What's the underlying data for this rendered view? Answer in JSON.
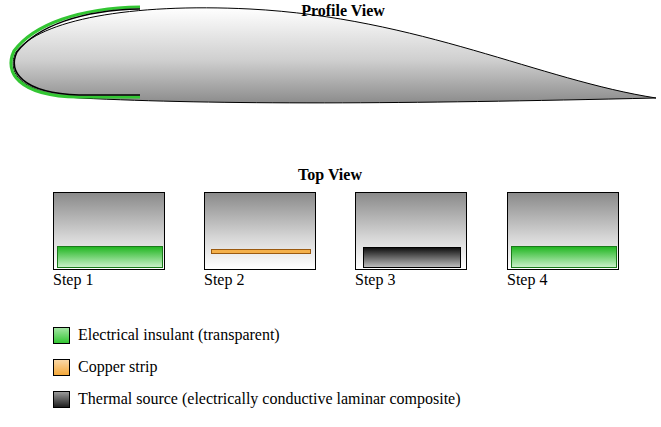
{
  "diagram": {
    "nodes": [
      {
        "text": [
          "Step 1"
        ]
      },
      {
        "text": [
          "Step 2"
        ]
      },
      {
        "text": [
          "Step 3"
        ]
      },
      {
        "text": [
          "Step 4"
        ]
      }
    ],
    "labels": [
      "Profile View",
      "Top View"
    ],
    "legend": [
      {
        "text": "Electrical insulant (transparent)",
        "color": "#33c633"
      },
      {
        "text": "Copper strip",
        "color": "#f4a83a"
      },
      {
        "text": "Thermal source (electrically conductive laminar composite)",
        "color": "#1e1e1e"
      }
    ]
  }
}
